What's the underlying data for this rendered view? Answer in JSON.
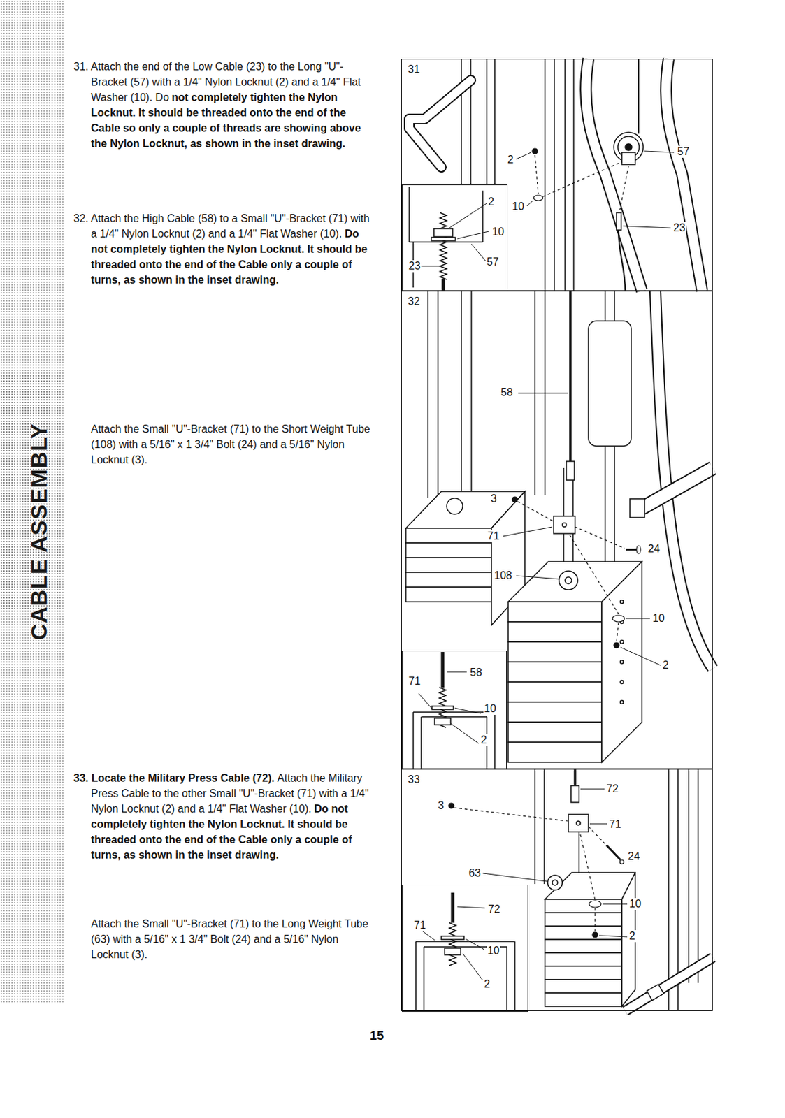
{
  "diagram": {
    "nodes": [
      {
        "text": [
          "31"
        ]
      },
      {
        "text": [
          "2",
          "10",
          "57",
          "23"
        ],
        "in": 0
      },
      {
        "text": [
          "32"
        ]
      },
      {
        "text": [
          "71",
          "58",
          "10",
          "2"
        ],
        "in": 2
      },
      {
        "text": [
          "33"
        ]
      },
      {
        "text": [
          "72",
          "71",
          "10",
          "2"
        ],
        "in": 4
      }
    ],
    "labels": [
      "31. Attach the end of the Low Cable (23) to the Long \"U\"-Bracket (57) with a 1/4\" Nylon Locknut (2) and a 1/4\" Flat Washer (10). Do",
      "not completely tighten the Nylon Locknut. It should be threaded onto the end of the Cable so only a couple of threads are showing above the Nylon Locknut, as shown in the inset drawing.",
      "32. Attach the High Cable (58) to a Small \"U\"-Bracket (71) with a 1/4\" Nylon Locknut (2) and a 1/4\" Flat Washer (10).",
      "Do not completely tighten the Nylon Locknut. It should be threaded onto the end of the Cable only a couple of turns, as shown in the inset drawing.",
      "Attach the Small \"U\"-Bracket (71) to the Short Weight Tube (108) with a 5/16\" x 1 3/4\" Bolt (24) and a 5/16\" Nylon Locknut (3).",
      "33. Locate the Military Press Cable (72).",
      "Attach the Military Press Cable to the other Small \"U\"-Bracket (71) with a 1/4\" Nylon Locknut (2) and a 1/4\" Flat Washer (10).",
      "Do not completely tighten the Nylon Locknut. It should be threaded onto the end of the Cable only a couple of turns, as shown in the inset drawing.",
      "Attach the Small \"U\"-Bracket (71) to the Long Weight Tube (63) with a 5/16\" x 1 3/4\" Bolt (24) and a 5/16\" Nylon Locknut (3).",
      "CABLE ASSEMBLY",
      "15",
      "2",
      "10",
      "57",
      "23",
      "58",
      "3",
      "71",
      "108",
      "24",
      "10",
      "2",
      "72",
      "3",
      "71",
      "24",
      "63",
      "10",
      "2"
    ]
  }
}
